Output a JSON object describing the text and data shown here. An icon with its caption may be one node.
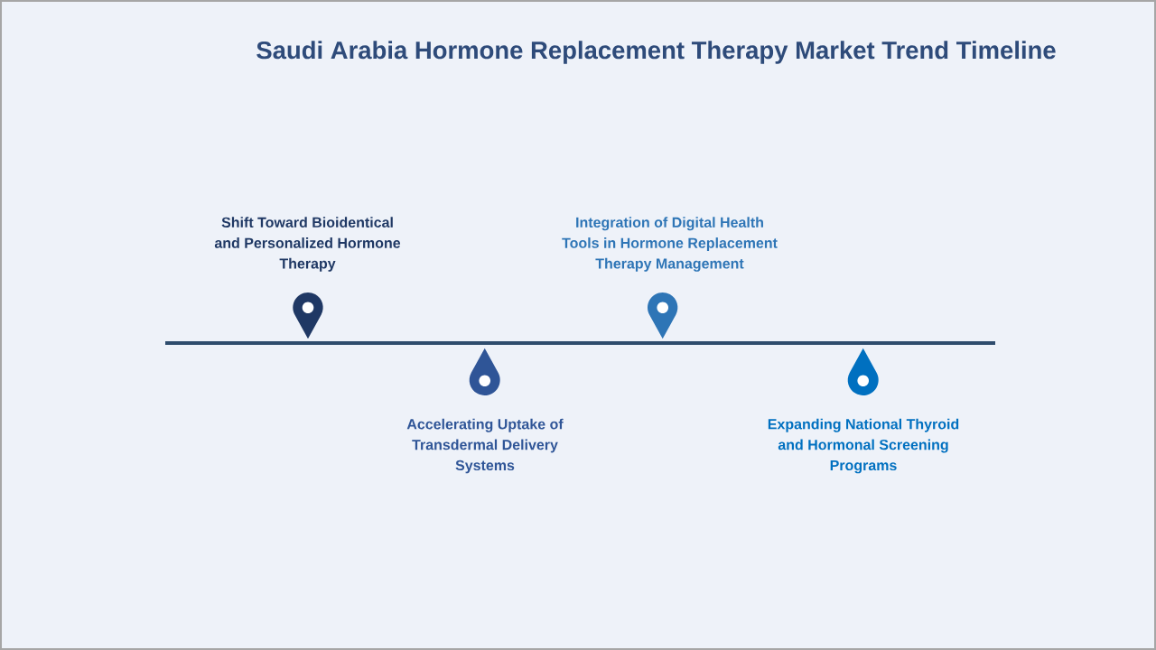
{
  "diagram": {
    "title": "Saudi Arabia Hormone Replacement Therapy Market Trend Timeline",
    "labels": [
      "Shift Toward Bioidentical and Personalized Hormone Therapy",
      "Accelerating Uptake of Transdermal Delivery Systems",
      "Integration of Digital Health Tools in Hormone Replacement Therapy Management",
      "Expanding National Thyroid and Hormonal Screening Programs"
    ]
  }
}
